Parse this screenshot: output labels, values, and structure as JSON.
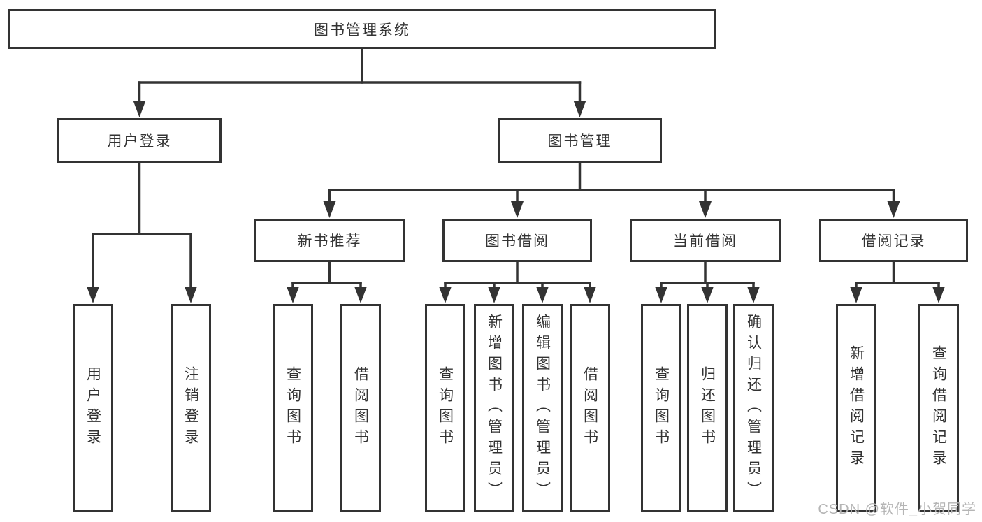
{
  "style": {
    "background": "#ffffff",
    "line_color": "#333333",
    "box_fill": "#ffffff",
    "text_color": "#333333",
    "watermark_color": "#b5b5b5"
  },
  "watermark": {
    "text": "CSDN @软件_小贺同学"
  },
  "diagram": {
    "type": "hierarchy-tree",
    "root_label": "图书管理系统",
    "nodes": [
      {
        "id": "root",
        "label": "图书管理系统",
        "parent": null,
        "orientation": "horizontal"
      },
      {
        "id": "user-login",
        "label": "用户登录",
        "parent": "root",
        "orientation": "horizontal"
      },
      {
        "id": "book-mgmt",
        "label": "图书管理",
        "parent": "root",
        "orientation": "horizontal"
      },
      {
        "id": "ul-login",
        "label": "用户登录",
        "parent": "user-login",
        "orientation": "vertical"
      },
      {
        "id": "ul-logout",
        "label": "注销登录",
        "parent": "user-login",
        "orientation": "vertical"
      },
      {
        "id": "new-book-rec",
        "label": "新书推荐",
        "parent": "book-mgmt",
        "orientation": "horizontal"
      },
      {
        "id": "book-borrow",
        "label": "图书借阅",
        "parent": "book-mgmt",
        "orientation": "horizontal"
      },
      {
        "id": "current-borrow",
        "label": "当前借阅",
        "parent": "book-mgmt",
        "orientation": "horizontal"
      },
      {
        "id": "borrow-records",
        "label": "借阅记录",
        "parent": "book-mgmt",
        "orientation": "horizontal"
      },
      {
        "id": "nbr-query",
        "label": "查询图书",
        "parent": "new-book-rec",
        "orientation": "vertical"
      },
      {
        "id": "nbr-borrow",
        "label": "借阅图书",
        "parent": "new-book-rec",
        "orientation": "vertical"
      },
      {
        "id": "bb-query",
        "label": "查询图书",
        "parent": "book-borrow",
        "orientation": "vertical"
      },
      {
        "id": "bb-add",
        "label": "新增图书（管理员）",
        "parent": "book-borrow",
        "orientation": "vertical"
      },
      {
        "id": "bb-edit",
        "label": "编辑图书（管理员）",
        "parent": "book-borrow",
        "orientation": "vertical"
      },
      {
        "id": "bb-borrow",
        "label": "借阅图书",
        "parent": "book-borrow",
        "orientation": "vertical"
      },
      {
        "id": "cb-query",
        "label": "查询图书",
        "parent": "current-borrow",
        "orientation": "vertical"
      },
      {
        "id": "cb-return",
        "label": "归还图书",
        "parent": "current-borrow",
        "orientation": "vertical"
      },
      {
        "id": "cb-confirm",
        "label": "确认归还（管理员）",
        "parent": "current-borrow",
        "orientation": "vertical"
      },
      {
        "id": "br-add",
        "label": "新增借阅记录",
        "parent": "borrow-records",
        "orientation": "vertical"
      },
      {
        "id": "br-query",
        "label": "查询借阅记录",
        "parent": "borrow-records",
        "orientation": "vertical"
      }
    ]
  }
}
